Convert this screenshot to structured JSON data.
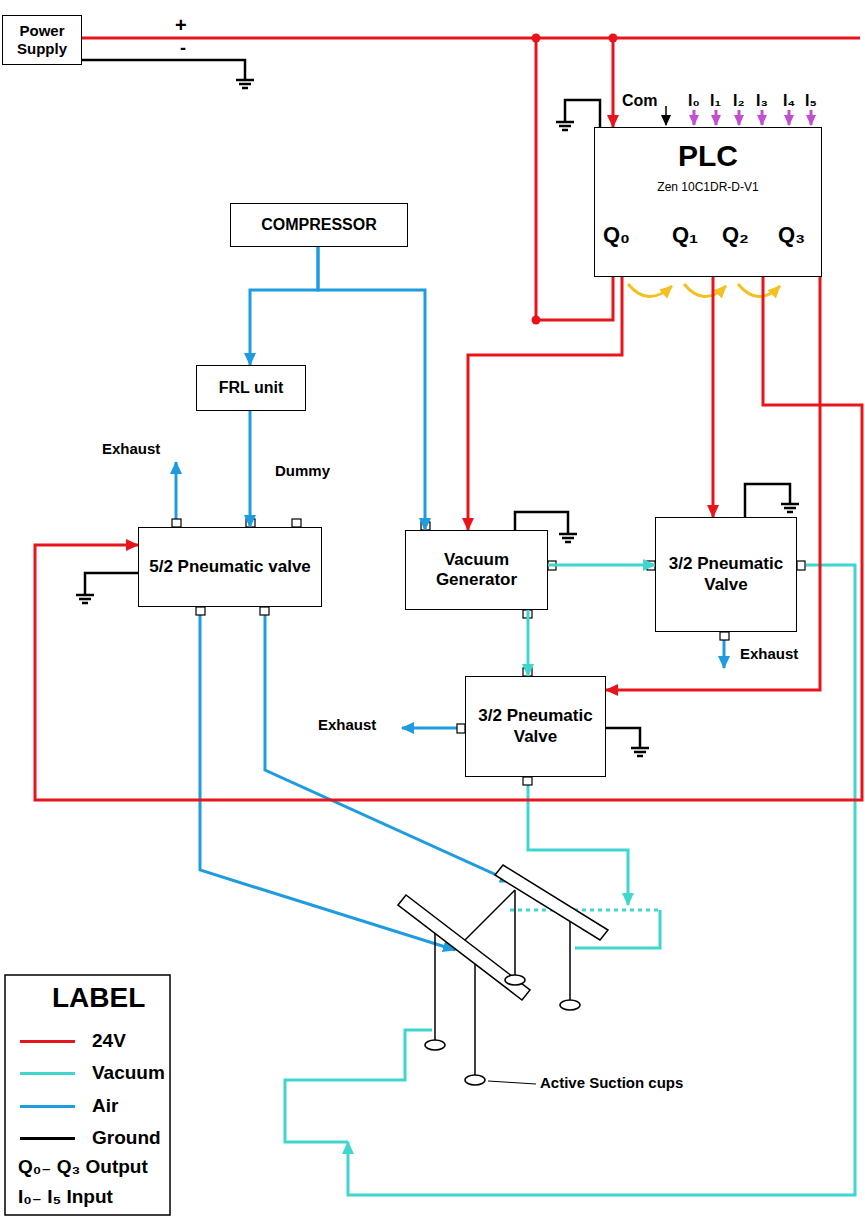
{
  "diagram": {
    "nodes": [
      {
        "text": [
          "Power Supply"
        ]
      },
      {
        "text": [
          "PLC",
          "Zen 10C1DR-D-V1"
        ]
      },
      {
        "text": [
          "COMPRESSOR"
        ]
      },
      {
        "text": [
          "FRL unit"
        ]
      },
      {
        "text": [
          "5/2 Pneumatic valve"
        ]
      },
      {
        "text": [
          "Vacuum Generator"
        ]
      },
      {
        "text": [
          "3/2 Pneumatic Valve"
        ]
      },
      {
        "text": [
          "3/2 Pneumatic Valve"
        ]
      }
    ],
    "edges": [
      {
        "from": 0,
        "to": 1,
        "arrow": "to"
      },
      {
        "from": 1,
        "to": 5,
        "arrow": "to"
      },
      {
        "from": 1,
        "to": 6,
        "arrow": "to"
      },
      {
        "from": 1,
        "to": 4,
        "arrow": "to"
      },
      {
        "from": 1,
        "to": 7,
        "arrow": "to"
      },
      {
        "from": 2,
        "to": 3,
        "arrow": "to"
      },
      {
        "from": 2,
        "to": 5,
        "arrow": "to"
      },
      {
        "from": 3,
        "to": 4,
        "arrow": "to"
      },
      {
        "from": 5,
        "to": 6,
        "arrow": "to"
      },
      {
        "from": 5,
        "to": 7,
        "arrow": "to"
      }
    ],
    "labels": [
      "+",
      "-",
      "Com",
      "I₀",
      "I₁",
      "I₂",
      "I₃",
      "I₄",
      "I₅",
      "Q₀",
      "Q₁",
      "Q₂",
      "Q₃",
      "Exhaust",
      "Dummy",
      "Exhaust",
      "Exhaust",
      "Active Suction cups",
      "LABEL"
    ],
    "legend": [
      {
        "text": "24V",
        "color": "#e8141b"
      },
      {
        "text": "Vacuum",
        "color": "#3fd6cf"
      },
      {
        "text": "Air",
        "color": "#1f9be0"
      },
      {
        "text": "Ground",
        "color": "#000000"
      },
      {
        "text": "Q₀₋ Q₃ Output"
      },
      {
        "text": "I₀₋ I₅ Input"
      }
    ]
  }
}
